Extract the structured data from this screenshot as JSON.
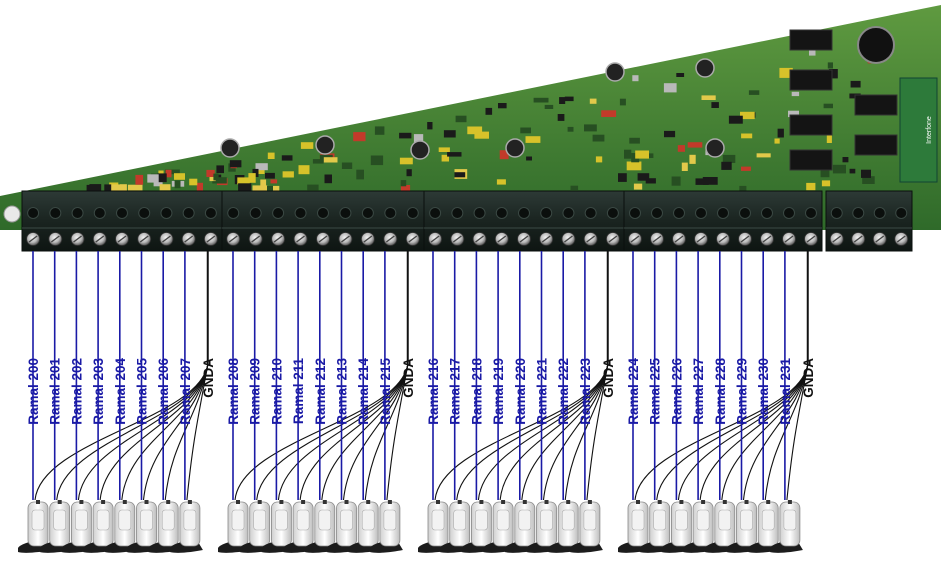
{
  "diagram": {
    "groups": [
      {
        "lines": [
          "Ramal 200",
          "Ramal 201",
          "Ramal 202",
          "Ramal 203",
          "Ramal 204",
          "Ramal 205",
          "Ramal 206",
          "Ramal 207"
        ],
        "ground": "GNDA"
      },
      {
        "lines": [
          "Ramal 208",
          "Ramal 209",
          "Ramal 210",
          "Ramal 211",
          "Ramal 212",
          "Ramal 213",
          "Ramal 214",
          "Ramal 215"
        ],
        "ground": "GNDA"
      },
      {
        "lines": [
          "Ramal 216",
          "Ramal 217",
          "Ramal 218",
          "Ramal 219",
          "Ramal 220",
          "Ramal 221",
          "Ramal 222",
          "Ramal 223"
        ],
        "ground": "GNDA"
      },
      {
        "lines": [
          "Ramal 224",
          "Ramal 225",
          "Ramal 226",
          "Ramal 227",
          "Ramal 228",
          "Ramal 229",
          "Ramal 230",
          "Ramal 231"
        ],
        "ground": "GNDA"
      }
    ],
    "side_connector_label": "Interfone",
    "colors": {
      "line_wire": "#1a1aa6",
      "line_label": "#1a1aa6",
      "ground_wire": "#111111",
      "ground_label": "#111111",
      "pcb_green": "#3f7a32",
      "terminal_block": "#1b2320"
    }
  }
}
